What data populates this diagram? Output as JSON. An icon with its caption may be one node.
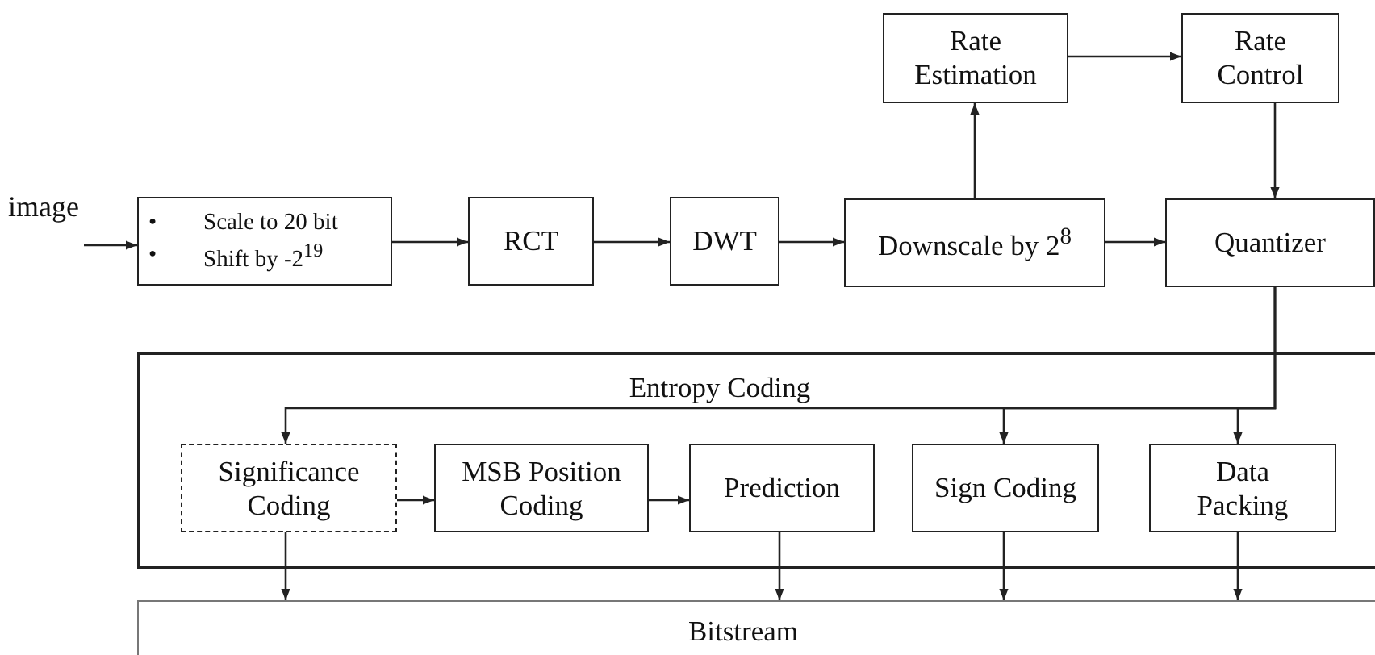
{
  "diagram": {
    "nodes": [
      {
        "text": [
          "image"
        ]
      },
      {
        "text": [
          "•",
          "Scale to 20 bit",
          "•",
          "Shift by -2$^{19}$"
        ]
      },
      {
        "text": [
          "RCT"
        ]
      },
      {
        "text": [
          "DWT"
        ]
      },
      {
        "text": [
          "Downscale by 2$^{8}$"
        ]
      },
      {
        "text": [
          "Rate Estimation"
        ]
      },
      {
        "text": [
          "Rate Control"
        ]
      },
      {
        "text": [
          "Quantizer"
        ]
      },
      {
        "text": [
          "Entropy Coding"
        ]
      },
      {
        "text": [
          "Significance Coding"
        ],
        "in": 8
      },
      {
        "text": [
          "MSB Position Coding"
        ],
        "in": 8
      },
      {
        "text": [
          "Prediction"
        ],
        "in": 8
      },
      {
        "text": [
          "Sign Coding"
        ],
        "in": 8
      },
      {
        "text": [
          "Data Packing"
        ],
        "in": 8
      },
      {
        "text": [
          "Bitstream"
        ]
      }
    ],
    "edges": [
      {
        "from": 0,
        "to": 1,
        "arrow": "to"
      },
      {
        "from": 1,
        "to": 2,
        "arrow": "to"
      },
      {
        "from": 2,
        "to": 3,
        "arrow": "to"
      },
      {
        "from": 3,
        "to": 4,
        "arrow": "to"
      },
      {
        "from": 4,
        "to": 7,
        "arrow": "to"
      },
      {
        "from": 4,
        "to": 5,
        "arrow": "to"
      },
      {
        "from": 5,
        "to": 6,
        "arrow": "to"
      },
      {
        "from": 6,
        "to": 7,
        "arrow": "to"
      },
      {
        "from": 7,
        "to": 9,
        "arrow": "to"
      },
      {
        "from": 7,
        "to": 12,
        "arrow": "to"
      },
      {
        "from": 7,
        "to": 13,
        "arrow": "to"
      },
      {
        "from": 9,
        "to": 10,
        "arrow": "to"
      },
      {
        "from": 10,
        "to": 11,
        "arrow": "to"
      },
      {
        "from": 9,
        "to": 14,
        "arrow": "to"
      },
      {
        "from": 11,
        "to": 14,
        "arrow": "to"
      },
      {
        "from": 12,
        "to": 14,
        "arrow": "to"
      },
      {
        "from": 13,
        "to": 14,
        "arrow": "to"
      }
    ]
  }
}
